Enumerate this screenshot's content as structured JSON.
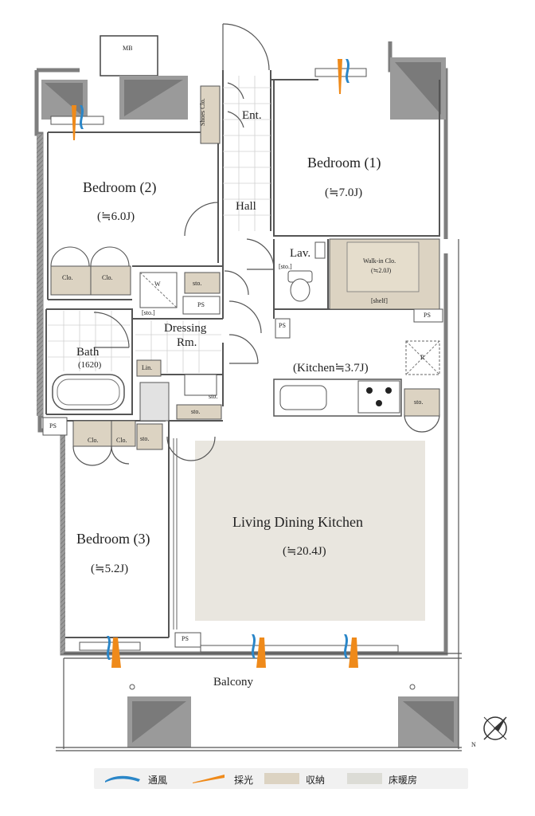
{
  "rooms": {
    "bedroom1": {
      "name": "Bedroom (1)",
      "size": "(≒7.0J)"
    },
    "bedroom2": {
      "name": "Bedroom (2)",
      "size": "(≒6.0J)"
    },
    "bedroom3": {
      "name": "Bedroom (3)",
      "size": "(≒5.2J)"
    },
    "ldk": {
      "name": "Living Dining Kitchen",
      "size": "(≒20.4J)"
    },
    "kitchen": {
      "name": "(Kitchen≒3.7J)"
    },
    "dressing": {
      "name": "Dressing",
      "name2": "Rm."
    },
    "bath": {
      "name": "Bath",
      "size": "(1620)"
    },
    "hall": {
      "name": "Hall"
    },
    "entrance": {
      "name": "Ent."
    },
    "lav": {
      "name": "Lav."
    },
    "balcony": {
      "name": "Balcony"
    },
    "walkin": {
      "name": "Walk-in Clo.",
      "size": "(≒2.0J)"
    }
  },
  "fixtures": {
    "mb": "MB",
    "shoes": "Shoes Clo.",
    "clo": "Clo.",
    "sto": "sto.",
    "sto_bracket": "[sto.]",
    "ps": "PS",
    "washer": "W",
    "linen": "Lin.",
    "fridge": "R",
    "shelf": "[shelf]"
  },
  "legend": {
    "ventilation": "通風",
    "daylight": "採光",
    "storage": "収納",
    "floor_heating": "床暖房"
  },
  "colors": {
    "wall": "#8a8a8a",
    "storage": "#dcd3c2",
    "floor_heating": "#e9e6df",
    "ventilation": "#2a86c8",
    "daylight": "#ef8a1a"
  },
  "compass": {
    "north": "N"
  }
}
